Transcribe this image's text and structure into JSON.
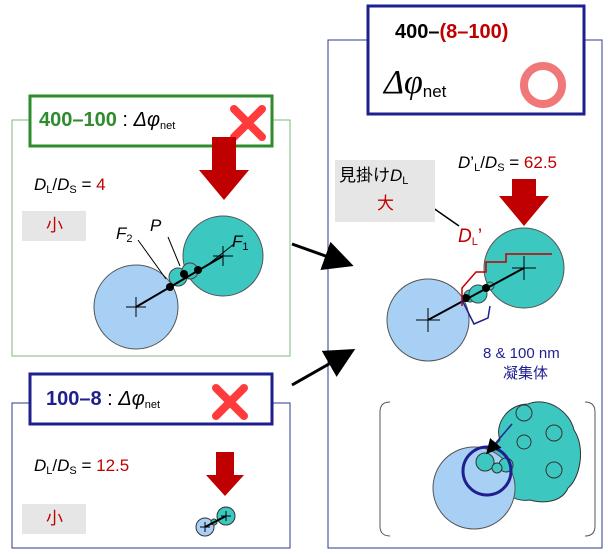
{
  "panel_a": {
    "title_num": "400–100",
    "title_sep": " : ",
    "delta": "Δφ",
    "delta_sub": "net",
    "ratio_lhs": "/",
    "ratio_eq": " = ",
    "ratio_value": "4",
    "size_word": "小",
    "label_P": "P",
    "label_F2": "F",
    "label_F2_sub": "2",
    "label_F1": "F",
    "label_F1_sub": "1"
  },
  "panel_b": {
    "title_num": "100–8",
    "title_sep": " : ",
    "delta": "Δφ",
    "delta_sub": "net",
    "ratio_value": "12.5",
    "size_word": "小"
  },
  "panel_c": {
    "title_pre": "400–",
    "title_mid": "(8–100)",
    "delta": "Δφ",
    "delta_sub": "net",
    "ratio_value": "62.5",
    "apparent": "見掛け",
    "apparent_var": "D",
    "apparent_sub": "L",
    "size_word": "大",
    "dl_prime": "D",
    "dl_prime_sub": "L",
    "dl_prime_mark": "’",
    "agg_line1": "8 & 100 nm",
    "agg_line2": "凝集体"
  },
  "symbols": {
    "D": "D",
    "L": "L",
    "S": "S",
    "prime": "’"
  },
  "colors": {
    "green": "#2e8b2e",
    "navy": "#1f1f8f",
    "red_text": "#c00000",
    "arrow_red": "#c00000",
    "small_particle": "#a8d0f5",
    "big_particle": "#3cc8c0",
    "cross_red": "#ff3b3b",
    "circle_pink": "#f07878"
  }
}
